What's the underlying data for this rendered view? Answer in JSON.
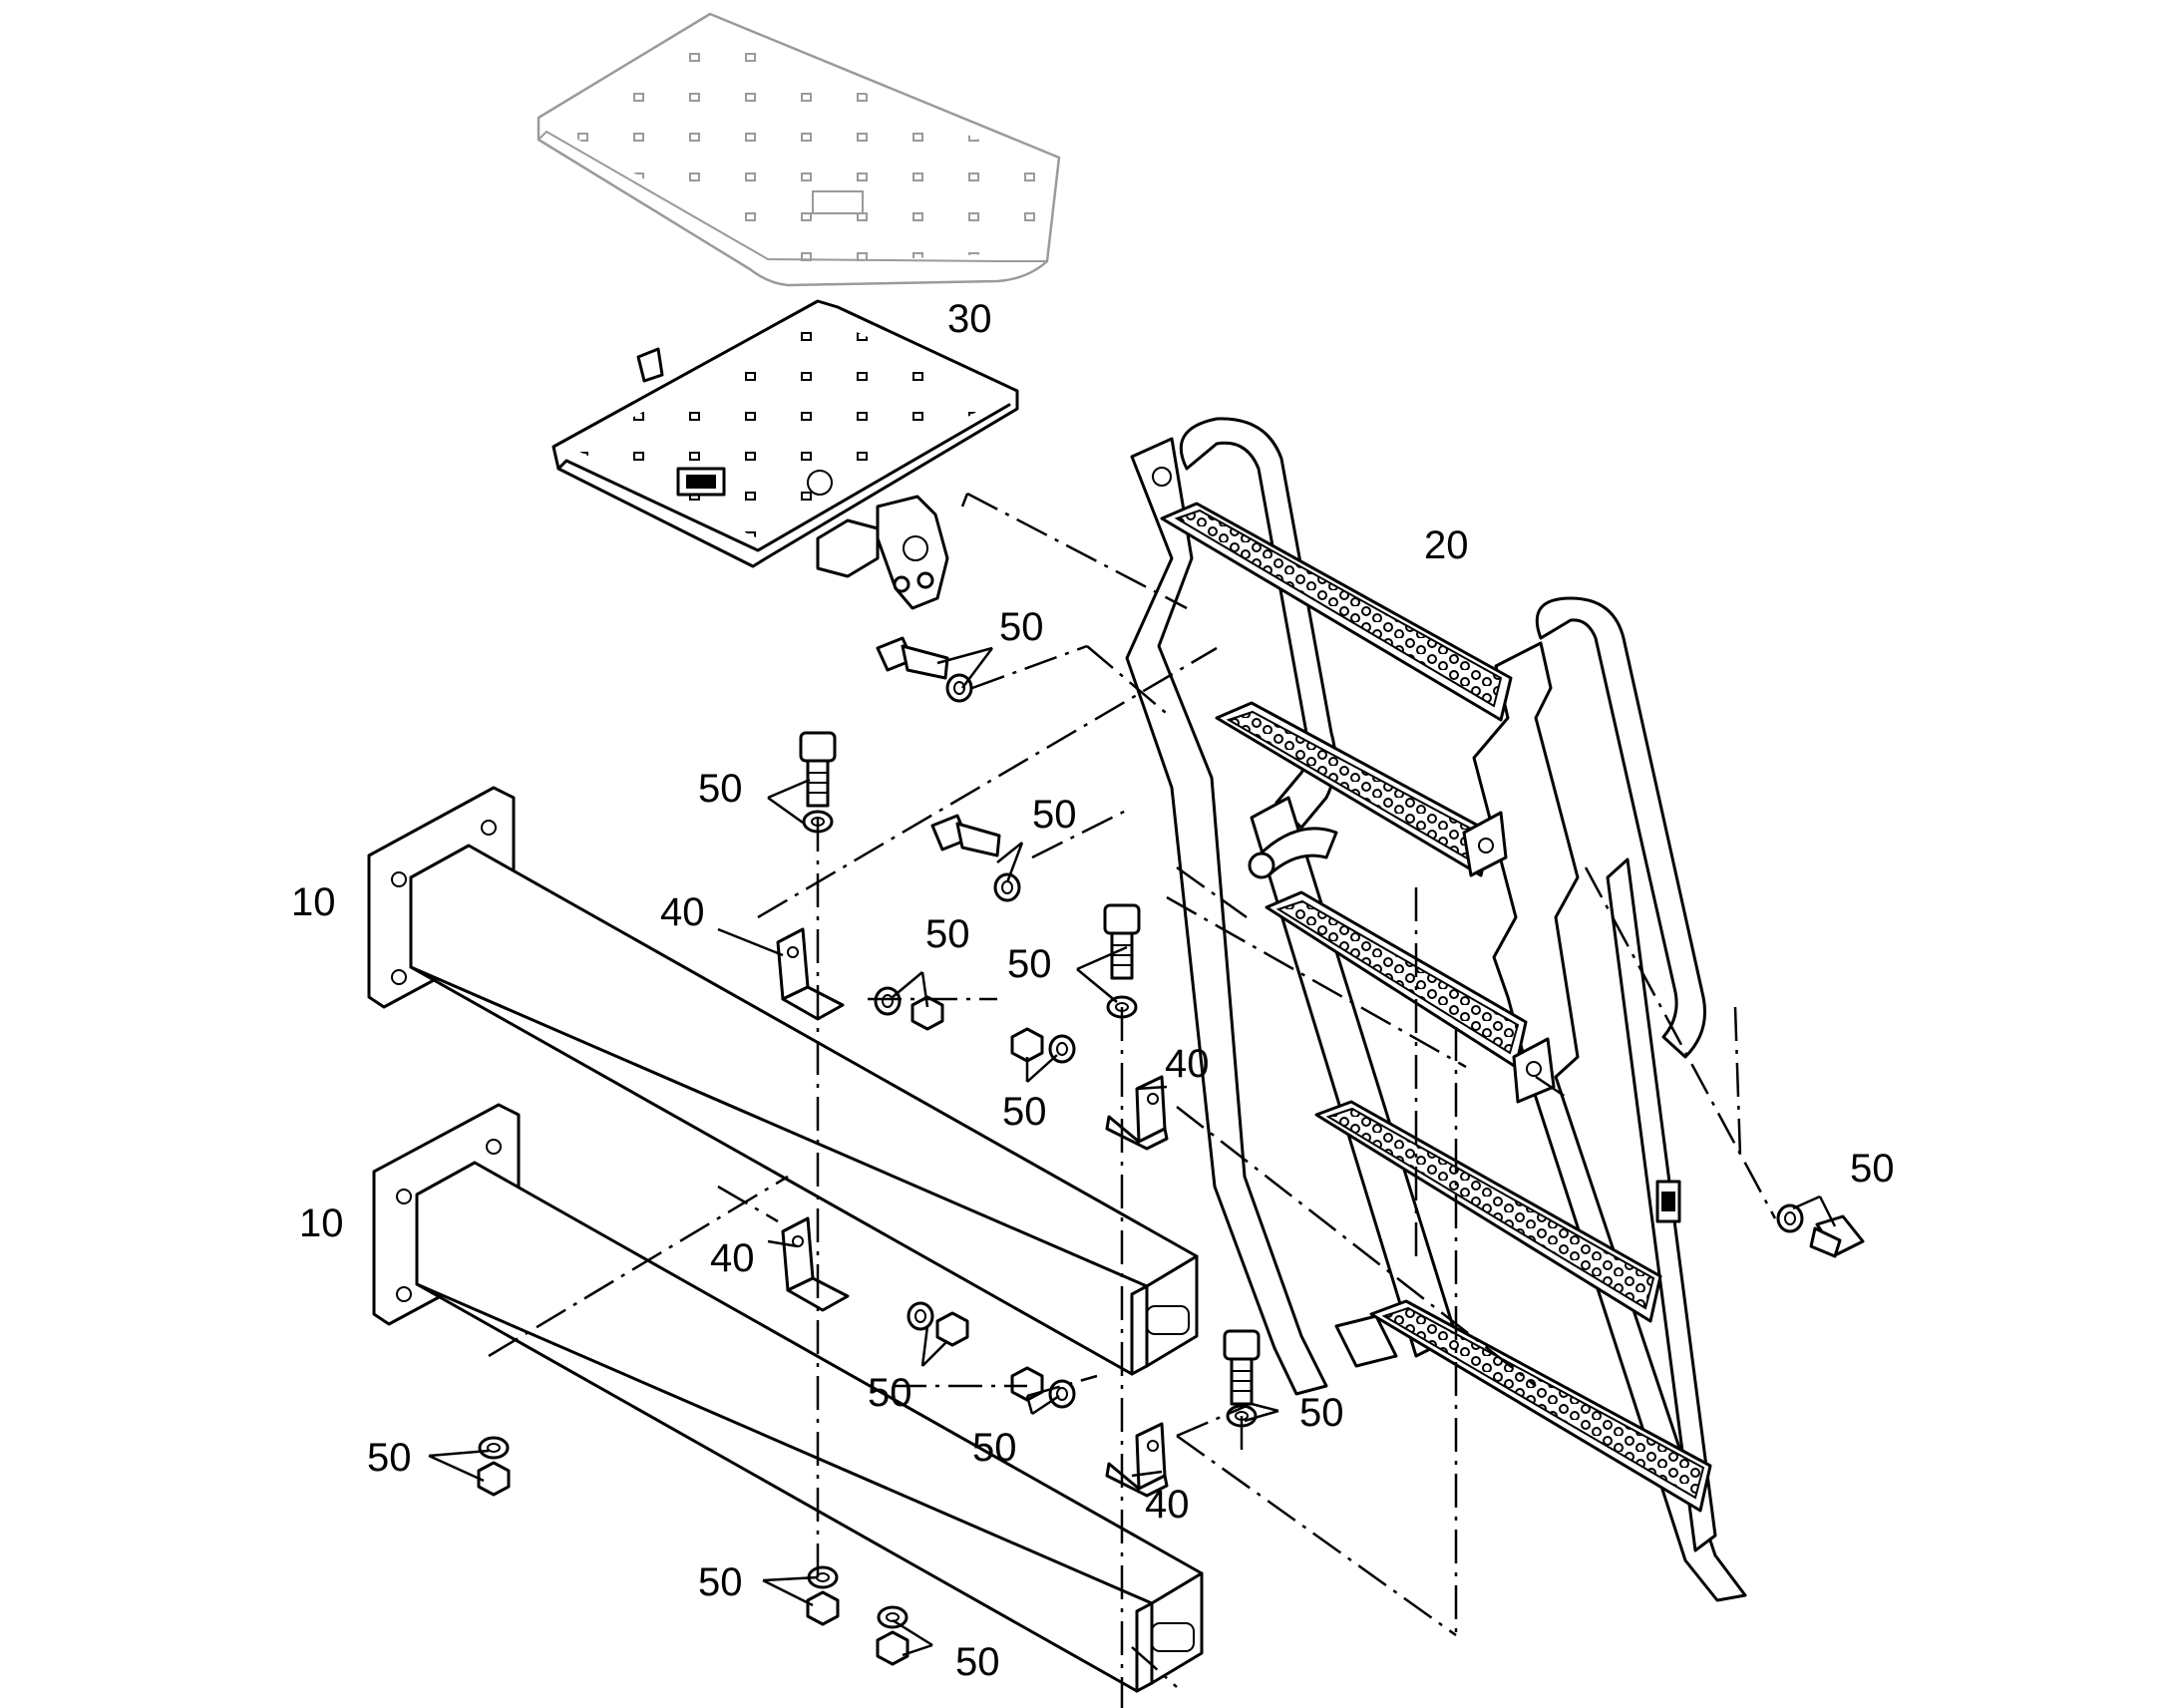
{
  "diagram": {
    "type": "exploded parts drawing",
    "item_labels": {
      "beam_top": "10",
      "beam_bottom": "10",
      "ladder": "20",
      "platform": "30",
      "bracket_a": "40",
      "bracket_b": "40",
      "bracket_c": "40",
      "bracket_d": "40",
      "hw_platform_bolt": "50",
      "hw_top_bolt_left": "50",
      "hw_mid_bolt": "50",
      "hw_nut_left": "50",
      "hw_top_bolt_right": "50",
      "hw_nut_right": "50",
      "hw_side_bolt": "50",
      "hw_nut_lower_left": "50",
      "hw_nut_lower_right": "50",
      "hw_bolt_lower": "50",
      "hw_far_left_nut": "50",
      "hw_bottom_nut_left": "50",
      "hw_bottom_nut_right": "50"
    },
    "colors": {
      "line": "#000000",
      "ghost": "#9a9a9a",
      "background": "#ffffff"
    }
  }
}
